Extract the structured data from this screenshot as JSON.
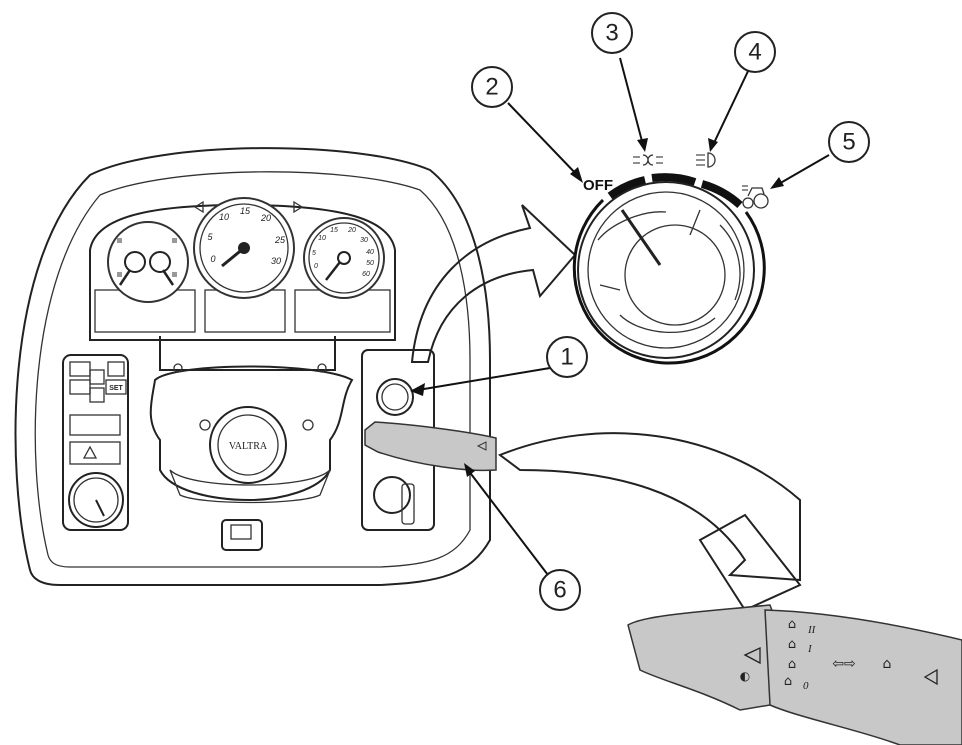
{
  "callouts": [
    "1",
    "2",
    "3",
    "4",
    "5",
    "6"
  ],
  "switch": {
    "off_label": "OFF",
    "pos3_symbol": "parking-lights-icon",
    "pos4_symbol": "low-beam-icon",
    "pos5_symbol": "tractor-work-lights-icon"
  },
  "gauges": {
    "center": {
      "ticks": [
        "0",
        "5",
        "10",
        "15",
        "20",
        "25",
        "30"
      ]
    },
    "right": {
      "ticks": [
        "0",
        "5",
        "10",
        "15",
        "20",
        "30",
        "40",
        "50",
        "60"
      ]
    }
  },
  "steering": {
    "brand": "VALTRA"
  },
  "dash_keys": {
    "set": "SET"
  },
  "stalk": {
    "wiper_ii": "II",
    "wiper_i": "I",
    "wiper_0": "0"
  },
  "colors": {
    "ink": "#222222",
    "stalk_grey": "#c8c8c8",
    "ring_dark": "#111111"
  }
}
